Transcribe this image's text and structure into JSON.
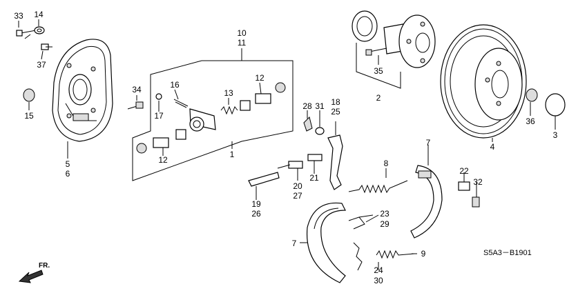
{
  "diagram": {
    "code": "S5A3－B1901",
    "direction_label": "FR."
  },
  "callouts": [
    {
      "id": "c33",
      "text": "33"
    },
    {
      "id": "c14",
      "text": "14"
    },
    {
      "id": "c37",
      "text": "37"
    },
    {
      "id": "c15",
      "text": "15"
    },
    {
      "id": "c5",
      "text": "5"
    },
    {
      "id": "c6",
      "text": "6"
    },
    {
      "id": "c10",
      "text": "10"
    },
    {
      "id": "c11",
      "text": "11"
    },
    {
      "id": "c34",
      "text": "34"
    },
    {
      "id": "c16",
      "text": "16"
    },
    {
      "id": "c17",
      "text": "17"
    },
    {
      "id": "c13",
      "text": "13"
    },
    {
      "id": "c12a",
      "text": "12"
    },
    {
      "id": "c12b",
      "text": "12"
    },
    {
      "id": "c1",
      "text": "1"
    },
    {
      "id": "c28",
      "text": "28"
    },
    {
      "id": "c31",
      "text": "31"
    },
    {
      "id": "c18",
      "text": "18"
    },
    {
      "id": "c25",
      "text": "25"
    },
    {
      "id": "c20",
      "text": "20"
    },
    {
      "id": "c27",
      "text": "27"
    },
    {
      "id": "c21",
      "text": "21"
    },
    {
      "id": "c19",
      "text": "19"
    },
    {
      "id": "c26",
      "text": "26"
    },
    {
      "id": "c8",
      "text": "8"
    },
    {
      "id": "c23",
      "text": "23"
    },
    {
      "id": "c29",
      "text": "29"
    },
    {
      "id": "c7a",
      "text": "7"
    },
    {
      "id": "c7b",
      "text": "7"
    },
    {
      "id": "c24",
      "text": "24"
    },
    {
      "id": "c30",
      "text": "30"
    },
    {
      "id": "c9",
      "text": "9"
    },
    {
      "id": "c22",
      "text": "22"
    },
    {
      "id": "c32",
      "text": "32"
    },
    {
      "id": "c35",
      "text": "35"
    },
    {
      "id": "c2",
      "text": "2"
    },
    {
      "id": "c4",
      "text": "4"
    },
    {
      "id": "c36",
      "text": "36"
    },
    {
      "id": "c3",
      "text": "3"
    }
  ]
}
